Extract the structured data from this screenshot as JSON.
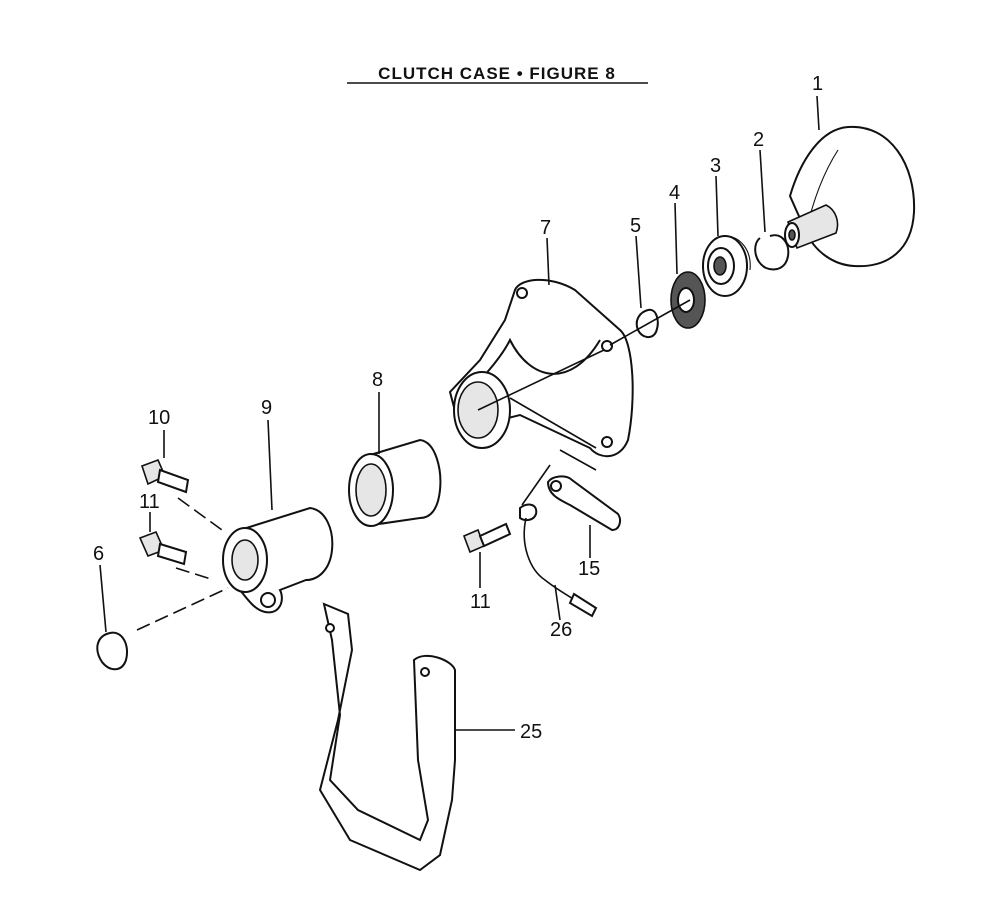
{
  "title": "CLUTCH CASE  •  FIGURE  8",
  "callouts": {
    "c1": "1",
    "c2": "2",
    "c3": "3",
    "c4": "4",
    "c5": "5",
    "c6": "6",
    "c7": "7",
    "c8": "8",
    "c9": "9",
    "c10": "10",
    "c11a": "11",
    "c11b": "11",
    "c15": "15",
    "c25": "25",
    "c26": "26"
  }
}
